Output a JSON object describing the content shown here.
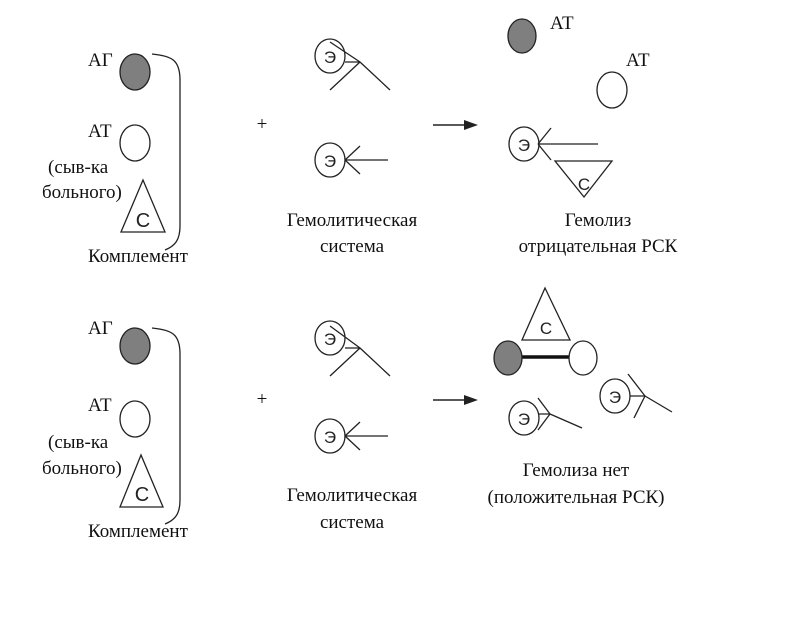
{
  "colors": {
    "antigen_fill": "#7f7f7f",
    "stroke": "#222222"
  },
  "labels": {
    "ag": "АГ",
    "at": "АТ",
    "serum_line1": "(сыв-ка",
    "serum_line2": "больного)",
    "complement": "Комплемент",
    "c": "С",
    "e": "Э",
    "plus": "+",
    "hemo_system_line1": "Гемолитическая",
    "hemo_system_line2": "система"
  },
  "result_negative": {
    "line1": "Гемолиз",
    "line2": "отрицательная РСК"
  },
  "result_positive": {
    "line1": "Гемолиза нет",
    "line2": "(положительная РСК)"
  }
}
